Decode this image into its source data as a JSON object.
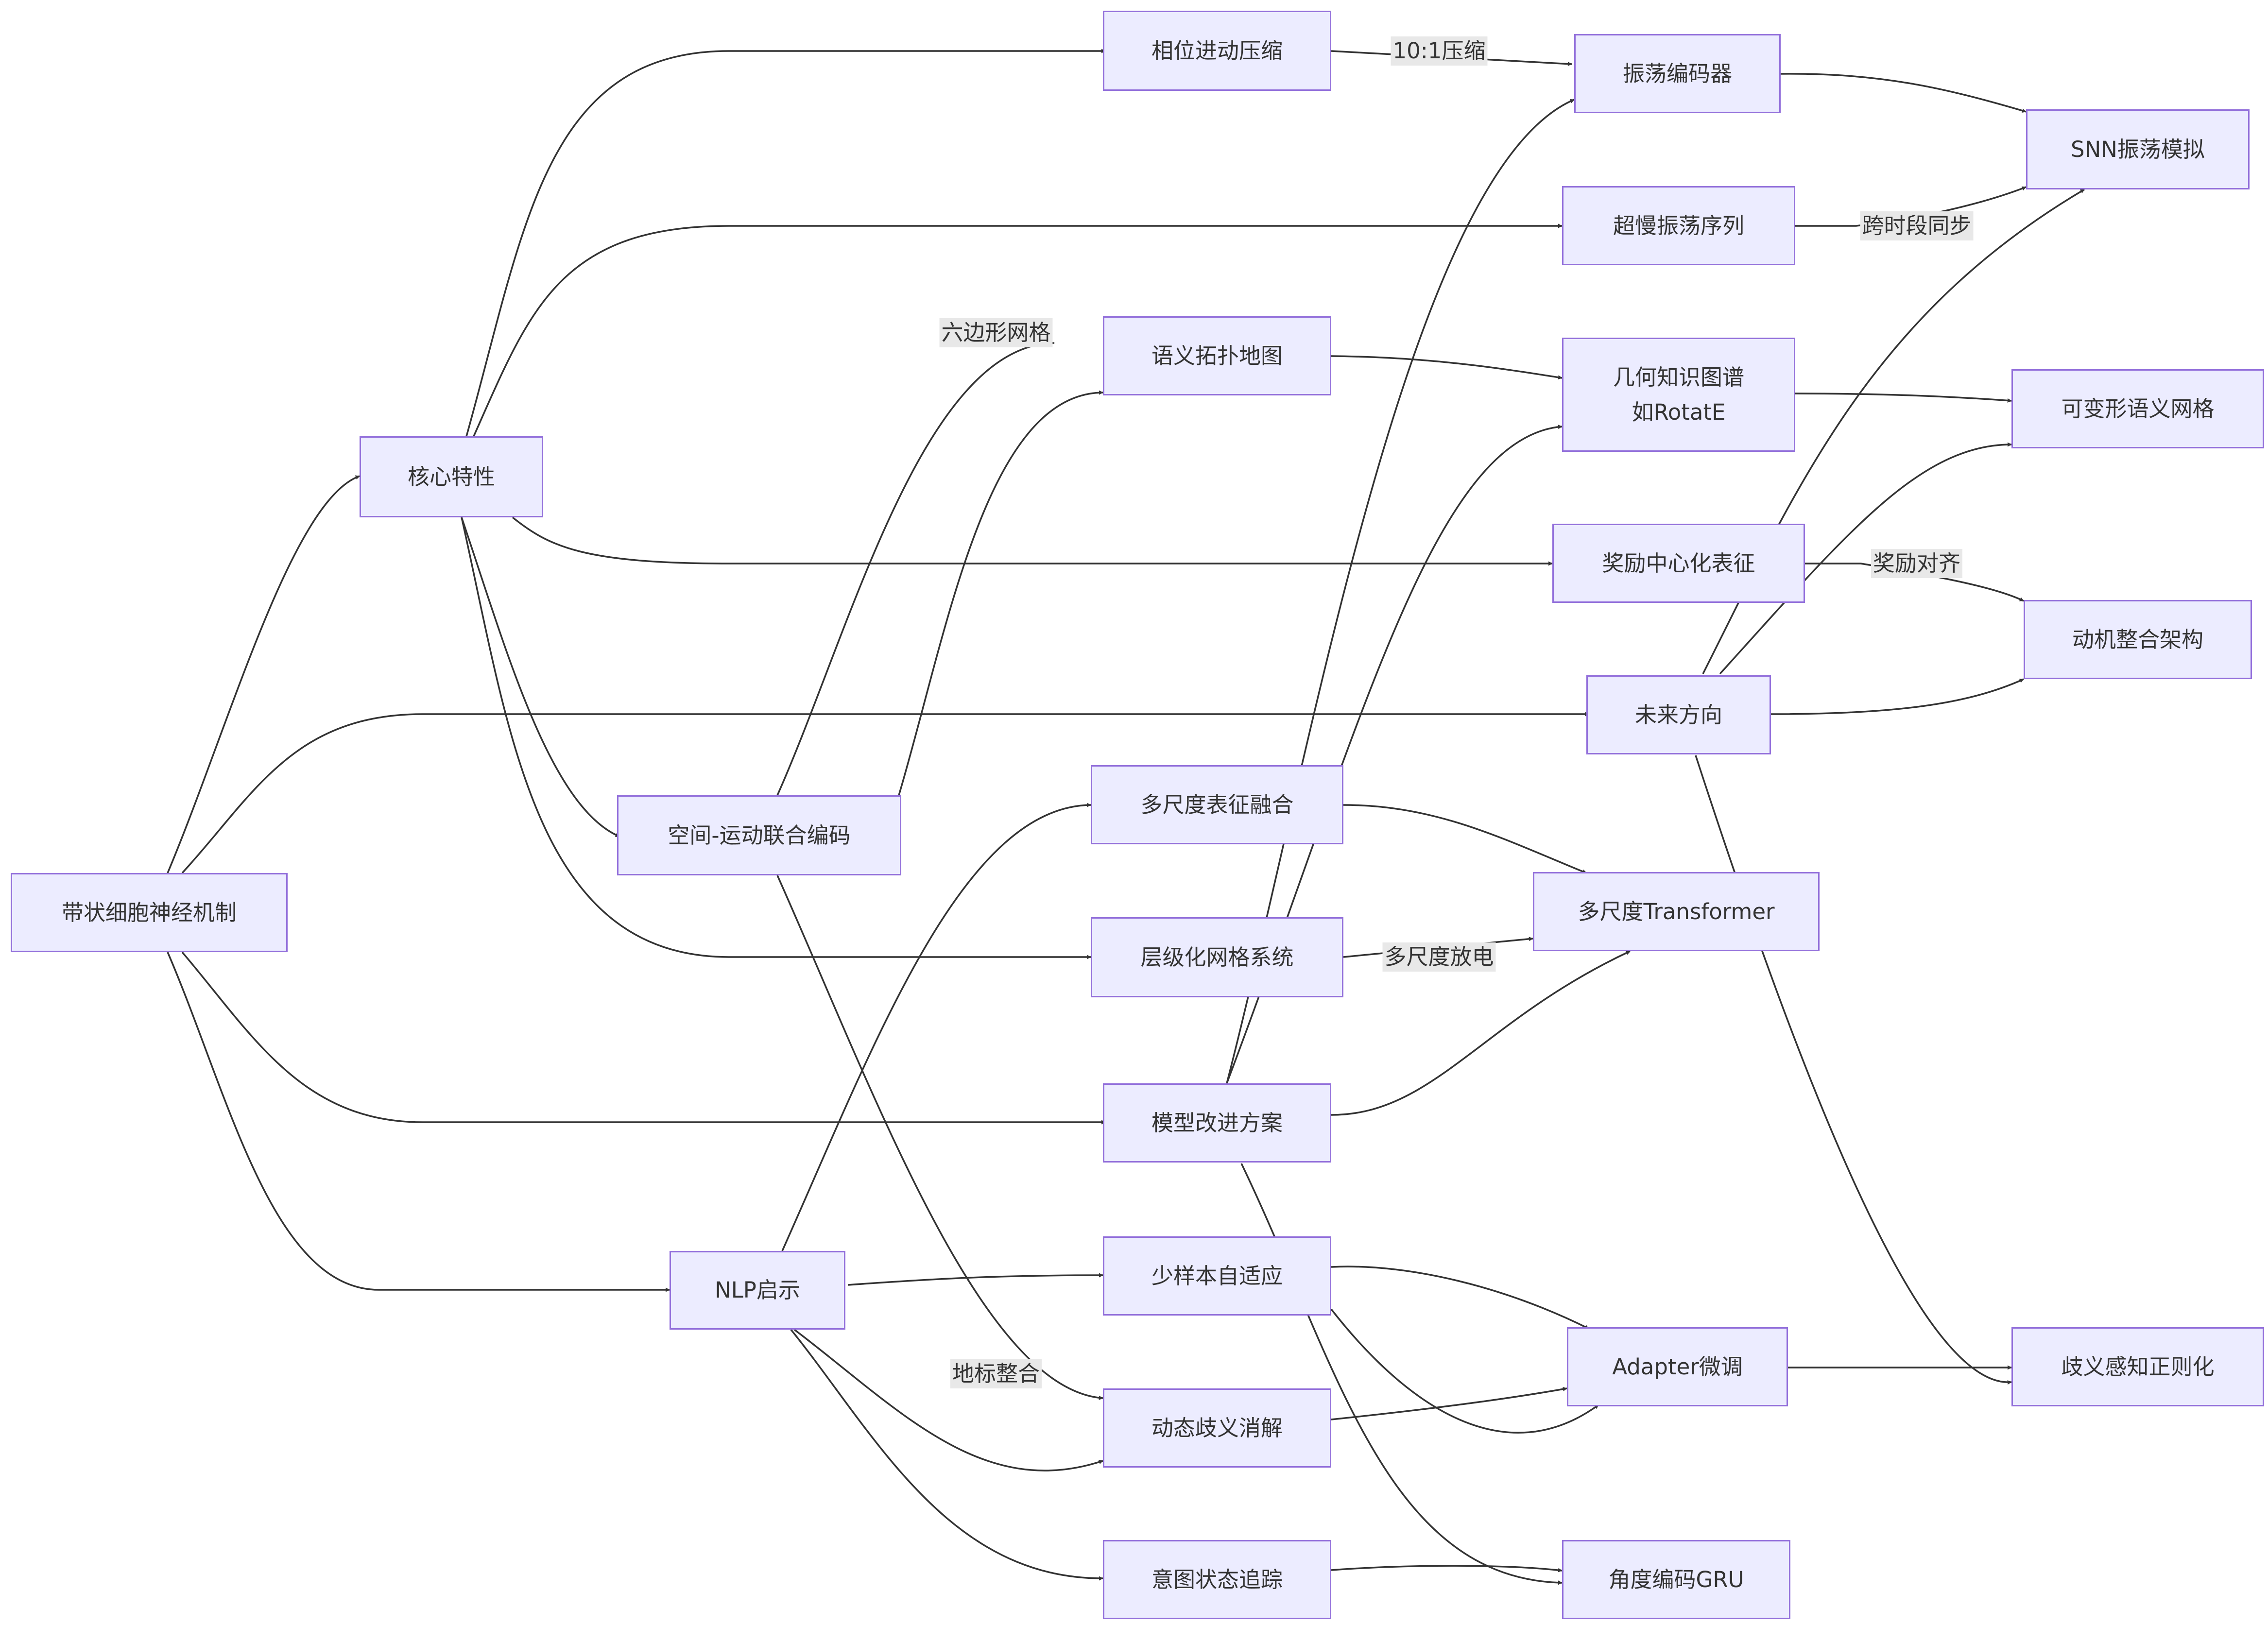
{
  "nodes": {
    "A": "带状细胞神经机制",
    "B": "核心特性",
    "C": "空间-运动联合编码",
    "D": "NLP启示",
    "E": "相位进动压缩",
    "F": "语义拓扑地图",
    "G": "多尺度表征融合",
    "H": "层级化网格系统",
    "I": "模型改进方案",
    "J": "少样本自适应",
    "K": "动态歧义消解",
    "L": "意图状态追踪",
    "M": "振荡编码器",
    "N": "超慢振荡序列",
    "O": "几何知识图谱\n如RotatE",
    "P": "奖励中心化表征",
    "Q": "未来方向",
    "R": "多尺度Transformer",
    "S": "Adapter微调",
    "T": "角度编码GRU",
    "U": "SNN振荡模拟",
    "V": "可变形语义网格",
    "W": "动机整合架构",
    "X": "歧义感知正则化"
  },
  "edge_labels": {
    "compress": "10:1压缩",
    "hex": "六边形网格",
    "landmark": "地标整合",
    "multiscale_fire": "多尺度放电",
    "sync": "跨时段同步",
    "reward_align": "奖励对齐"
  },
  "colors": {
    "node_fill": "#ececff",
    "node_border": "#9370db",
    "edge": "#333333",
    "label_bg": "#e8e8e8"
  }
}
